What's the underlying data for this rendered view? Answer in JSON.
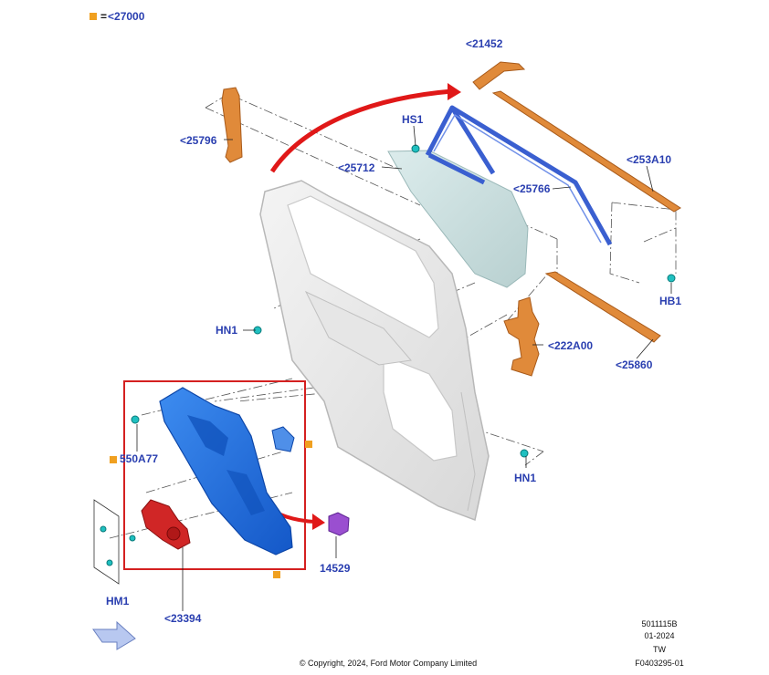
{
  "legend": {
    "symbol": "=",
    "code": "<27000",
    "marker_color": "#f0a020"
  },
  "callouts": {
    "c21452": "<21452",
    "hs1": "HS1",
    "c25796": "<25796",
    "c25712": "<25712",
    "c253a10": "<253A10",
    "c25766": "<25766",
    "hb1": "HB1",
    "hn1_left": "HN1",
    "c222a00": "<222A00",
    "c25860": "<25860",
    "c550a77": "550A77",
    "hn1_right": "HN1",
    "c14529": "14529",
    "hm1": "HM1",
    "c23394": "<23394"
  },
  "footer": {
    "ref1": "5011115B",
    "ref2": "01-2024",
    "ref3": "TW",
    "ref4": "F0403295-01",
    "copyright": "© Copyright, 2024, Ford Motor Company Limited"
  },
  "colors": {
    "callout_text": "#2a3fb0",
    "highlight_box": "#d42020",
    "arrow_red": "#e01818",
    "regulator_blue": "#1f6fe0",
    "motor_red": "#d02626",
    "trim_orange": "#e08a3a",
    "glass_teal": "#c8dcdc",
    "frame_blue": "#3a5fd0",
    "clip_cyan": "#20c0c0",
    "connector_purple": "#9a4fd0"
  },
  "icons": {
    "direction_arrow": "front-direction-arrow-icon"
  }
}
